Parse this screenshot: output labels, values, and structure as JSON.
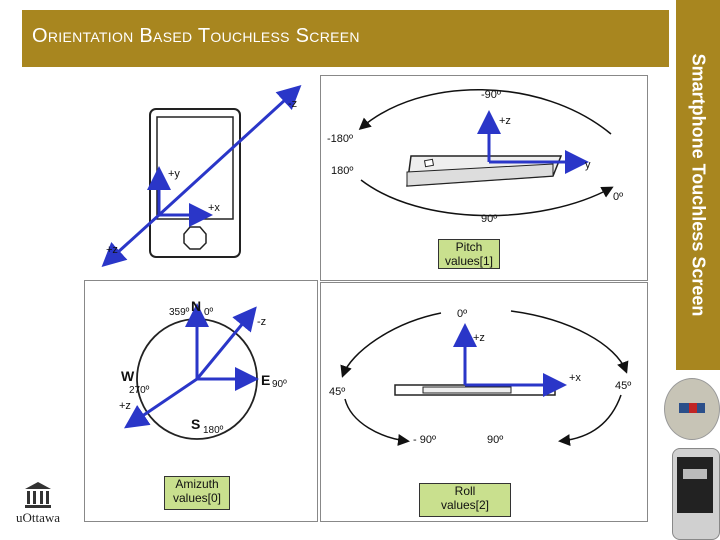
{
  "slide": {
    "title": "Orientation Based Touchless Screen",
    "side_title": "Smartphone Touchless Screen"
  },
  "device_panel": {
    "axis_minus_z": "-z",
    "axis_plus_y": "+y",
    "axis_plus_x": "+x",
    "axis_plus_z": "+z"
  },
  "pitch_panel": {
    "top": "-90º",
    "left_top": "-180º",
    "left_bottom": "180º",
    "right": "0º",
    "bottom": "90º",
    "axis_z": "+z",
    "axis_y": "y",
    "label_line1": "Pitch",
    "label_line2": "values[1]"
  },
  "azimuth_panel": {
    "north": "N",
    "north_deg_left": "359º",
    "north_deg_right": "0º",
    "east": "E",
    "east_deg": "90º",
    "west": "W",
    "west_deg": "270º",
    "south": "S",
    "south_deg": "180º",
    "axis_minus_z": "-z",
    "axis_plus_z": "+z",
    "label_line1": "Amizuth",
    "label_line2": "values[0]"
  },
  "roll_panel": {
    "top": "0º",
    "axis_z": "+z",
    "axis_x": "+x",
    "left": "45º",
    "right": "45º",
    "bottom_left": "- 90º",
    "bottom_right": "90º",
    "label_line1": "Roll",
    "label_line2": "values[2]"
  },
  "logo": {
    "text": "uOttawa"
  },
  "colors": {
    "brand_gold": "#a8861f",
    "axis_blue": "#2a36c8",
    "label_green": "#c9e08e"
  }
}
